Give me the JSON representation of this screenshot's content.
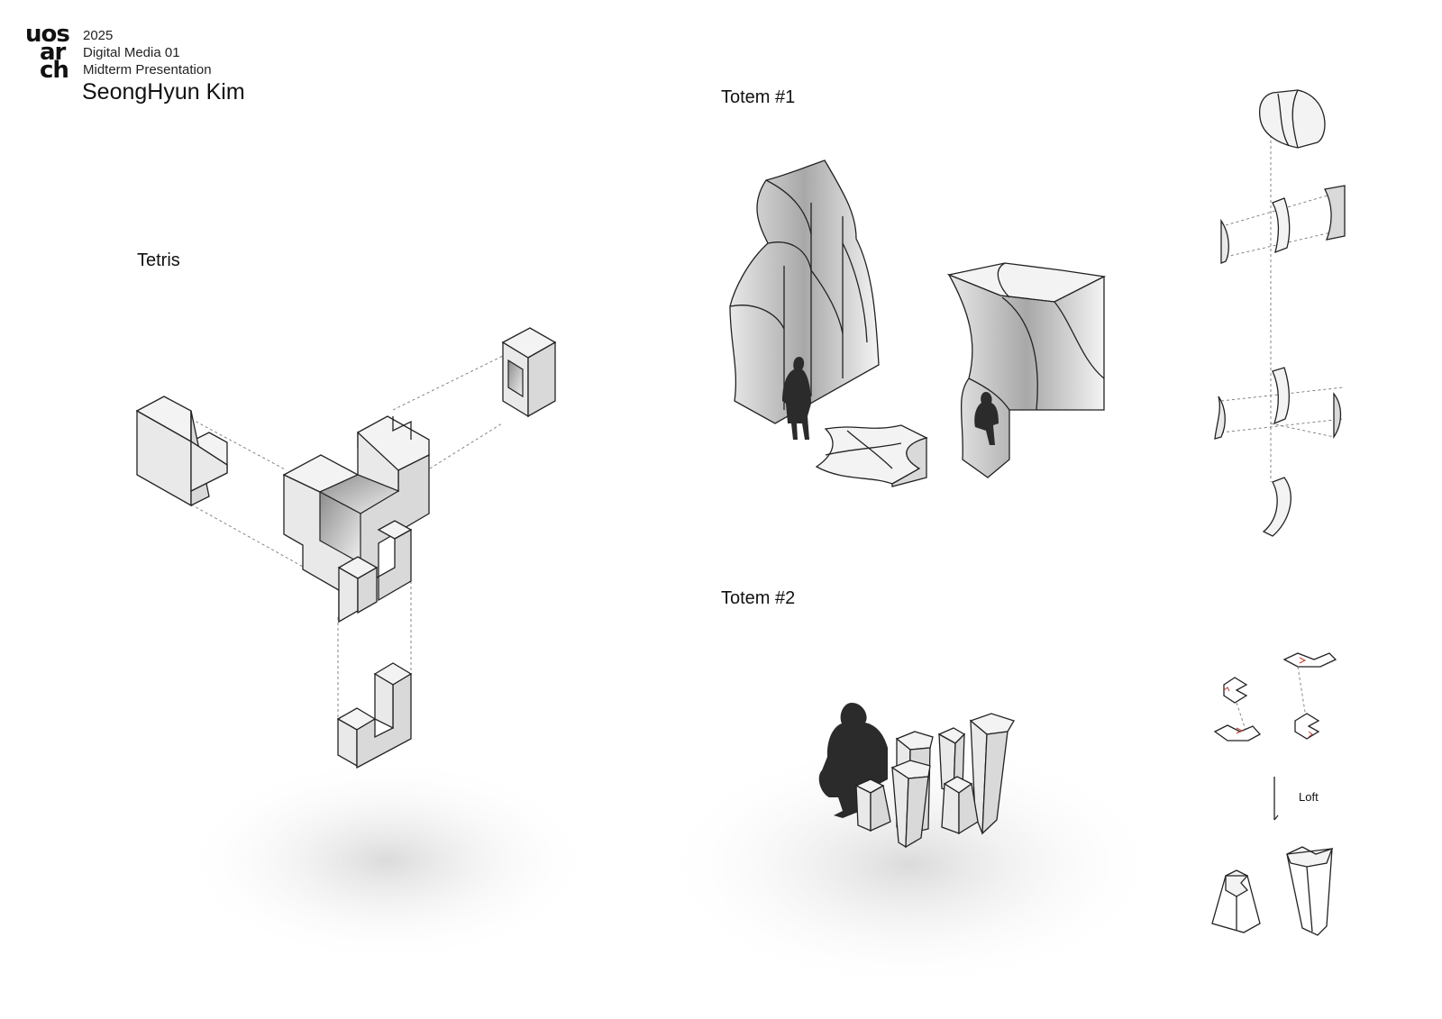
{
  "header": {
    "logo_lines": [
      "uos",
      "ar",
      "ch"
    ],
    "year": "2025",
    "course": "Digital Media 01",
    "event": "Midterm Presentation",
    "author": "SeongHyun Kim"
  },
  "sections": {
    "tetris": {
      "title": "Tetris"
    },
    "totem1": {
      "title": "Totem #1"
    },
    "totem2": {
      "title": "Totem #2",
      "loft_label": "Loft"
    }
  },
  "colors": {
    "line": "#222222",
    "silhouette": "#2b2b2b",
    "accent_arrow": "#c0392b"
  }
}
